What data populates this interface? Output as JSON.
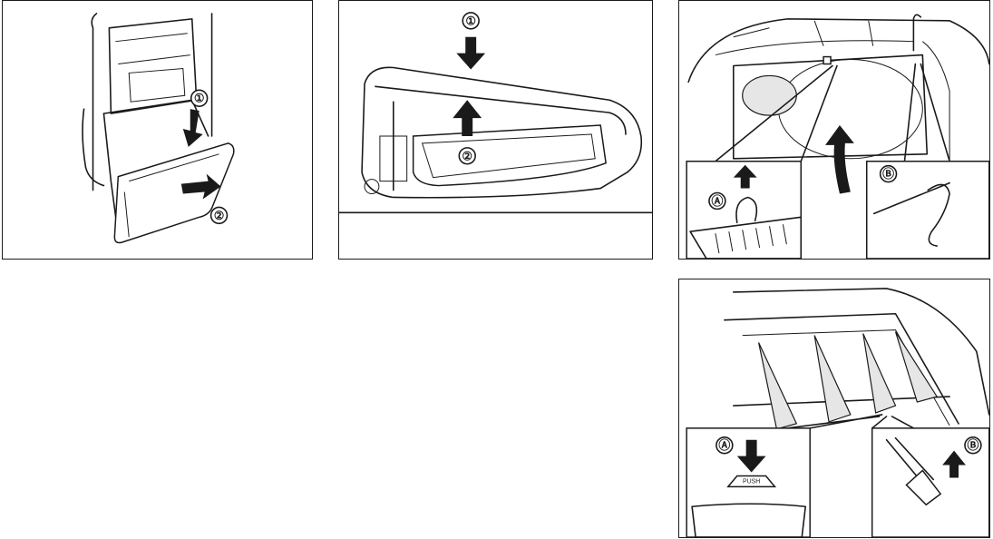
{
  "figures": [
    {
      "id": "storage-drawer",
      "callouts": [
        "①",
        "②"
      ],
      "icons": [
        "arrow-down-icon",
        "arrow-pull-icon"
      ]
    },
    {
      "id": "lid-close",
      "callouts": [
        "①",
        "②"
      ],
      "icons": [
        "arrow-down-icon",
        "arrow-up-icon"
      ]
    },
    {
      "id": "cargo-board-hook",
      "callouts": [
        "Ⓐ",
        "Ⓑ"
      ],
      "icons": [
        "arrow-up-icon",
        "curved-arrow-icon",
        "hook-icon"
      ]
    },
    {
      "id": "cargo-net-divider",
      "callouts": [
        "Ⓐ",
        "Ⓑ"
      ],
      "push_label": "PUSH",
      "icons": [
        "arrow-down-icon",
        "arrow-up-icon",
        "net-icon"
      ]
    }
  ]
}
